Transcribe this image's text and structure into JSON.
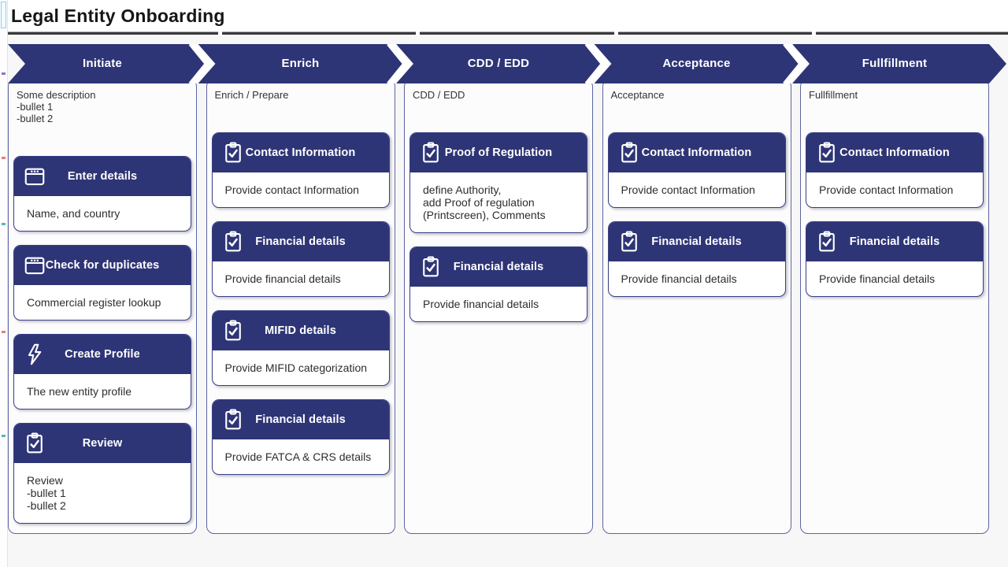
{
  "title": "Legal Entity Onboarding",
  "colors": {
    "navy": "#2e3576",
    "column_border": "#5d64a0",
    "card_border": "#383f85"
  },
  "columns": [
    {
      "header": "Initiate",
      "description": "Some description\n-bullet 1\n-bullet 2",
      "cards": [
        {
          "icon": "window-icon",
          "title": "Enter details",
          "body": "Name, and country"
        },
        {
          "icon": "window-icon",
          "title": "Check for duplicates",
          "body": "Commercial register lookup"
        },
        {
          "icon": "lightning-icon",
          "title": "Create Profile",
          "body": "The new entity profile"
        },
        {
          "icon": "clipboard-check-icon",
          "title": "Review",
          "body": "Review\n-bullet 1\n-bullet 2"
        }
      ]
    },
    {
      "header": "Enrich",
      "description": "Enrich / Prepare",
      "cards": [
        {
          "icon": "clipboard-check-icon",
          "title": "Contact Information",
          "body": "Provide contact Information"
        },
        {
          "icon": "clipboard-check-icon",
          "title": "Financial details",
          "body": "Provide financial details"
        },
        {
          "icon": "clipboard-check-icon",
          "title": "MIFID details",
          "body": "Provide MIFID categorization"
        },
        {
          "icon": "clipboard-check-icon",
          "title": "Financial details",
          "body": "Provide FATCA & CRS details"
        }
      ]
    },
    {
      "header": "CDD / EDD",
      "description": "CDD / EDD",
      "cards": [
        {
          "icon": "clipboard-check-icon",
          "title": "Proof of Regulation",
          "body": "define Authority,\nadd Proof of regulation\n(Printscreen), Comments"
        },
        {
          "icon": "clipboard-check-icon",
          "title": "Financial details",
          "body": "Provide financial details"
        }
      ]
    },
    {
      "header": "Acceptance",
      "description": "Acceptance",
      "cards": [
        {
          "icon": "clipboard-check-icon",
          "title": "Contact Information",
          "body": "Provide contact Information"
        },
        {
          "icon": "clipboard-check-icon",
          "title": "Financial details",
          "body": "Provide financial details"
        }
      ]
    },
    {
      "header": "Fullfillment",
      "description": "Fullfillment",
      "cards": [
        {
          "icon": "clipboard-check-icon",
          "title": "Contact Information",
          "body": "Provide contact Information"
        },
        {
          "icon": "clipboard-check-icon",
          "title": "Financial details",
          "body": "Provide financial details"
        }
      ]
    }
  ]
}
